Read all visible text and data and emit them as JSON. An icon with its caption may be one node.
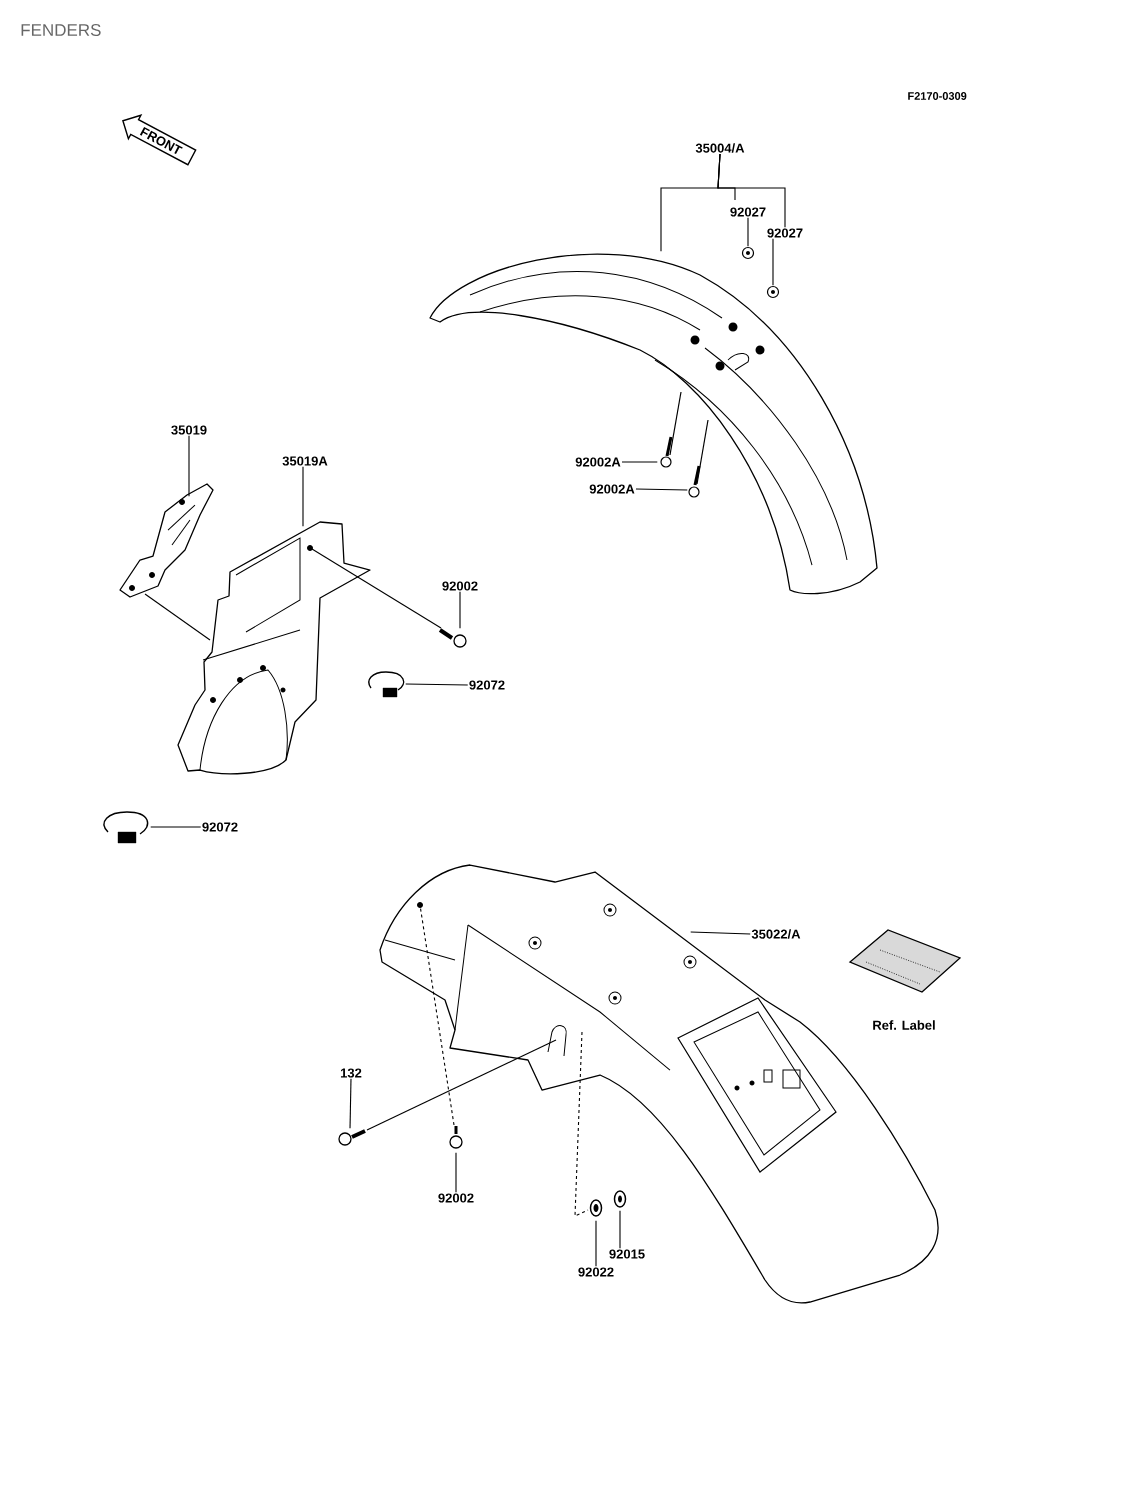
{
  "diagram": {
    "title": "FENDERS",
    "nodes": [
      {
        "text": [
          "35004/A"
        ]
      },
      {
        "text": [
          "92027"
        ]
      },
      {
        "text": [
          "92027"
        ]
      },
      {
        "text": [
          "92002A"
        ]
      },
      {
        "text": [
          "92002A"
        ]
      },
      {
        "text": [
          "35019"
        ]
      },
      {
        "text": [
          "35019A"
        ]
      },
      {
        "text": [
          "92002"
        ]
      },
      {
        "text": [
          "92072"
        ]
      },
      {
        "text": [
          "92072"
        ]
      },
      {
        "text": [
          "35022/A"
        ]
      },
      {
        "text": [
          "132"
        ]
      },
      {
        "text": [
          "92002"
        ]
      },
      {
        "text": [
          "92015"
        ]
      },
      {
        "text": [
          "92022"
        ]
      },
      {
        "text": [],
        "shape": "picture"
      },
      {
        "text": [],
        "shape": "picture"
      },
      {
        "text": [],
        "shape": "picture"
      },
      {
        "text": [],
        "shape": "picture"
      },
      {
        "text": [],
        "shape": "picture"
      },
      {
        "text": [],
        "shape": "picture"
      },
      {
        "text": [],
        "shape": "picture"
      },
      {
        "text": [],
        "shape": "picture"
      },
      {
        "text": [],
        "shape": "picture"
      },
      {
        "text": [],
        "shape": "picture"
      },
      {
        "text": [],
        "shape": "picture"
      },
      {
        "text": [],
        "shape": "picture"
      },
      {
        "text": [],
        "shape": "picture"
      },
      {
        "text": [],
        "shape": "picture"
      },
      {
        "text": [],
        "shape": "picture"
      }
    ],
    "edges": [
      {
        "from": 0,
        "to": 15,
        "arrow": "none"
      },
      {
        "from": 0,
        "to": 1,
        "arrow": "none"
      },
      {
        "from": 0,
        "to": 2,
        "arrow": "none"
      },
      {
        "from": 1,
        "to": 16,
        "arrow": "none"
      },
      {
        "from": 2,
        "to": 17,
        "arrow": "none"
      },
      {
        "from": 3,
        "to": 18,
        "arrow": "none"
      },
      {
        "from": 4,
        "to": 19,
        "arrow": "none"
      },
      {
        "from": 5,
        "to": 20,
        "arrow": "none"
      },
      {
        "from": 6,
        "to": 21,
        "arrow": "none"
      },
      {
        "from": 7,
        "to": 22,
        "arrow": "none"
      },
      {
        "from": 8,
        "to": 23,
        "arrow": "none"
      },
      {
        "from": 9,
        "to": 24,
        "arrow": "none"
      },
      {
        "from": 10,
        "to": 25,
        "arrow": "none"
      },
      {
        "from": 11,
        "to": 26,
        "arrow": "none"
      },
      {
        "from": 12,
        "to": 27,
        "arrow": "none"
      },
      {
        "from": 13,
        "to": 28,
        "arrow": "none"
      },
      {
        "from": 14,
        "to": 29,
        "arrow": "none"
      }
    ],
    "labels": [
      "F2170-0309",
      "FRONT",
      "Ref. Label"
    ]
  }
}
